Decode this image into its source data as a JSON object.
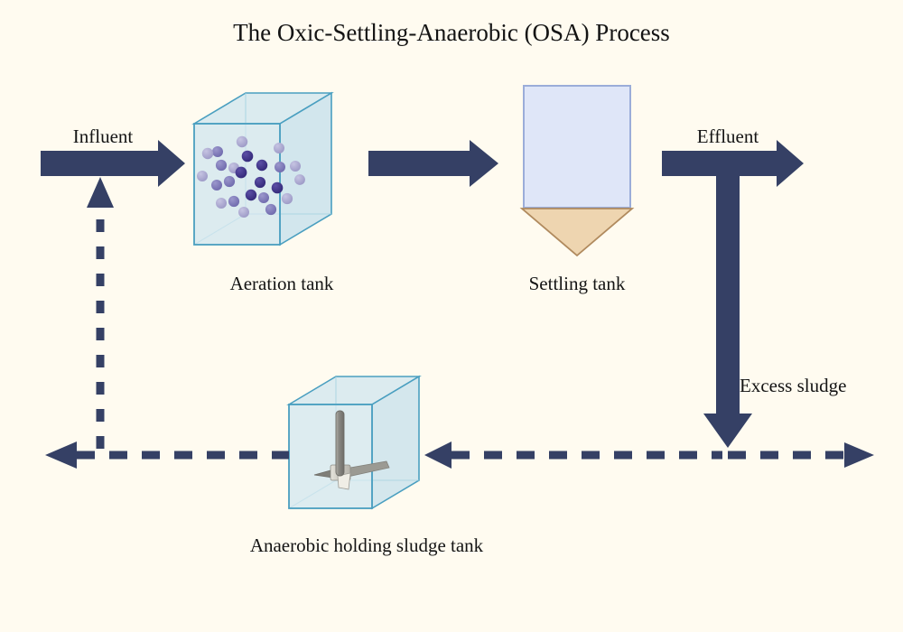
{
  "figure": {
    "title": "The Oxic-Settling-Anaerobic (OSA) Process",
    "background_color": "#fffbf0",
    "text_color": "#141414"
  },
  "palette": {
    "arrow_navy": "#354065",
    "tank_glass_fill": "#cfe5ef",
    "tank_glass_stroke": "#4a9fc0",
    "settler_fill": "#dfe6f8",
    "settler_stroke": "#9badd9",
    "hopper_fill": "#eed5b0",
    "hopper_stroke": "#b08a5e",
    "floc_light": "#a9a6cf",
    "floc_mid": "#7b76b4",
    "floc_dark": "#3b2f82",
    "mixer_gray": "#8c8c86",
    "mixer_light": "#c9c7bf"
  },
  "units": [
    {
      "id": "aeration-tank",
      "label": "Aeration tank",
      "shape": "translucent-cube",
      "contents": "suspended biomass flocs"
    },
    {
      "id": "settling-tank",
      "label": "Settling tank",
      "shape": "rectangle-with-hopper",
      "contents": "clarified liquid over settled sludge"
    },
    {
      "id": "anaerobic-holding-sludge-tank",
      "label": "Anaerobic holding sludge tank",
      "shape": "translucent-cube",
      "contents": "mechanical mixer impeller"
    }
  ],
  "streams": [
    {
      "id": "influent",
      "label": "Influent",
      "style": "solid",
      "direction": "right",
      "color": "#354065"
    },
    {
      "id": "aeration-to-settler",
      "label": "",
      "style": "solid",
      "direction": "right",
      "color": "#354065"
    },
    {
      "id": "effluent",
      "label": "Effluent",
      "style": "solid",
      "direction": "right",
      "color": "#354065"
    },
    {
      "id": "excess-sludge",
      "label": "Excess sludge",
      "style": "solid",
      "direction": "down",
      "color": "#354065"
    },
    {
      "id": "return-sludge-to-holding",
      "label": "",
      "style": "dashed",
      "direction": "left",
      "color": "#354065"
    },
    {
      "id": "wastage-to-right",
      "label": "",
      "style": "dashed",
      "direction": "right",
      "color": "#354065"
    },
    {
      "id": "recycle-to-aeration",
      "label": "",
      "style": "dashed",
      "direction": "up",
      "color": "#354065"
    },
    {
      "id": "recycle-left-branch",
      "label": "",
      "style": "dashed",
      "direction": "left",
      "color": "#354065"
    }
  ],
  "labels": {
    "influent": "Influent",
    "effluent": "Effluent",
    "excess_sludge": "Excess sludge",
    "aeration_tank": "Aeration tank",
    "settling_tank": "Settling tank",
    "anaerobic_tank": "Anaerobic holding sludge tank"
  }
}
